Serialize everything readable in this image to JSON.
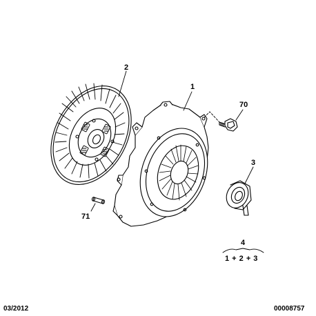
{
  "callouts": {
    "part1": "1",
    "part2": "2",
    "part3": "3",
    "part70": "70",
    "part71": "71",
    "kit_number": "4",
    "kit_formula": "1 + 2 + 3"
  },
  "footer": {
    "date": "03/2012",
    "code": "00008757"
  }
}
